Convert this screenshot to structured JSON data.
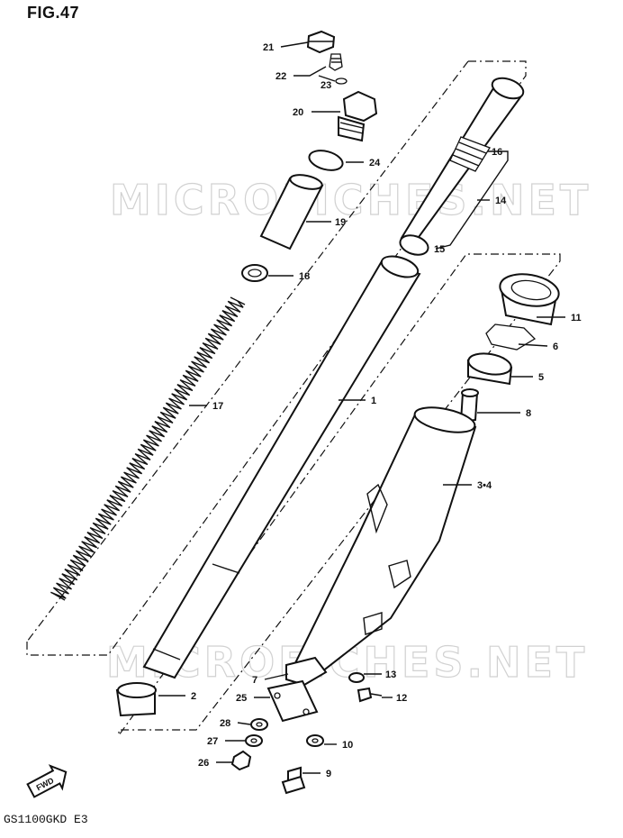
{
  "figure": {
    "title": "FIG.47",
    "model_code": "GS1100GKD E3"
  },
  "watermark": {
    "text": "MICROFICHES.NET"
  },
  "direction_tag": {
    "text": "FWD"
  },
  "callouts": [
    {
      "id": "c21",
      "label": "21"
    },
    {
      "id": "c22",
      "label": "22"
    },
    {
      "id": "c23",
      "label": "23"
    },
    {
      "id": "c20",
      "label": "20"
    },
    {
      "id": "c24",
      "label": "24"
    },
    {
      "id": "c16",
      "label": "16"
    },
    {
      "id": "c14",
      "label": "14"
    },
    {
      "id": "c19",
      "label": "19"
    },
    {
      "id": "c15",
      "label": "15"
    },
    {
      "id": "c18",
      "label": "18"
    },
    {
      "id": "c11",
      "label": "11"
    },
    {
      "id": "c6",
      "label": "6"
    },
    {
      "id": "c5",
      "label": "5"
    },
    {
      "id": "c17",
      "label": "17"
    },
    {
      "id": "c1",
      "label": "1"
    },
    {
      "id": "c8",
      "label": "8"
    },
    {
      "id": "c34",
      "label": "3•4"
    },
    {
      "id": "c7",
      "label": "7"
    },
    {
      "id": "c13",
      "label": "13"
    },
    {
      "id": "c2",
      "label": "2"
    },
    {
      "id": "c25",
      "label": "25"
    },
    {
      "id": "c12",
      "label": "12"
    },
    {
      "id": "c28",
      "label": "28"
    },
    {
      "id": "c27",
      "label": "27"
    },
    {
      "id": "c10",
      "label": "10"
    },
    {
      "id": "c26",
      "label": "26"
    },
    {
      "id": "c9",
      "label": "9"
    }
  ]
}
